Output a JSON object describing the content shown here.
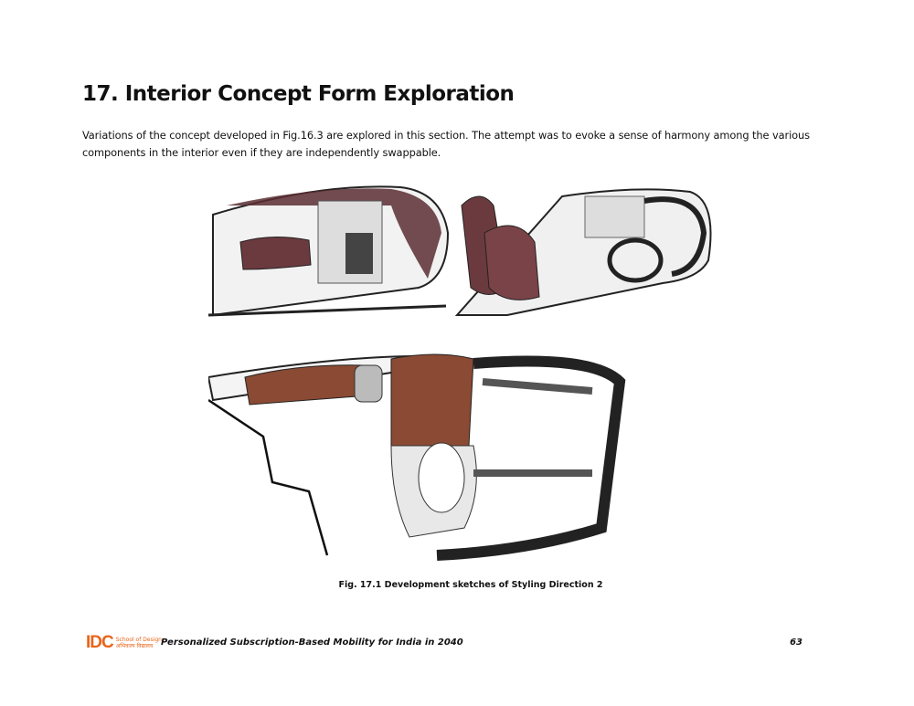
{
  "heading": "17. Interior Concept Form Exploration",
  "intro": "Variations of the concept developed in Fig.16.3 are explored in this section. The attempt was to evoke a sense of harmony among the various components in the interior even if they are independently swappable.",
  "figure": {
    "caption": "Fig. 17.1 Development sketches of Styling Direction 2"
  },
  "footer": {
    "logo_text": "IDC",
    "logo_sub_en": "School of Design",
    "logo_sub_hi": "अभिकल्प विद्यालय",
    "document_title": "Personalized Subscription-Based Mobility for India in 2040",
    "page_number": "63"
  },
  "colors": {
    "accent": "#e8651a",
    "leather": "#6b3a3e",
    "brown": "#8a4a33"
  }
}
